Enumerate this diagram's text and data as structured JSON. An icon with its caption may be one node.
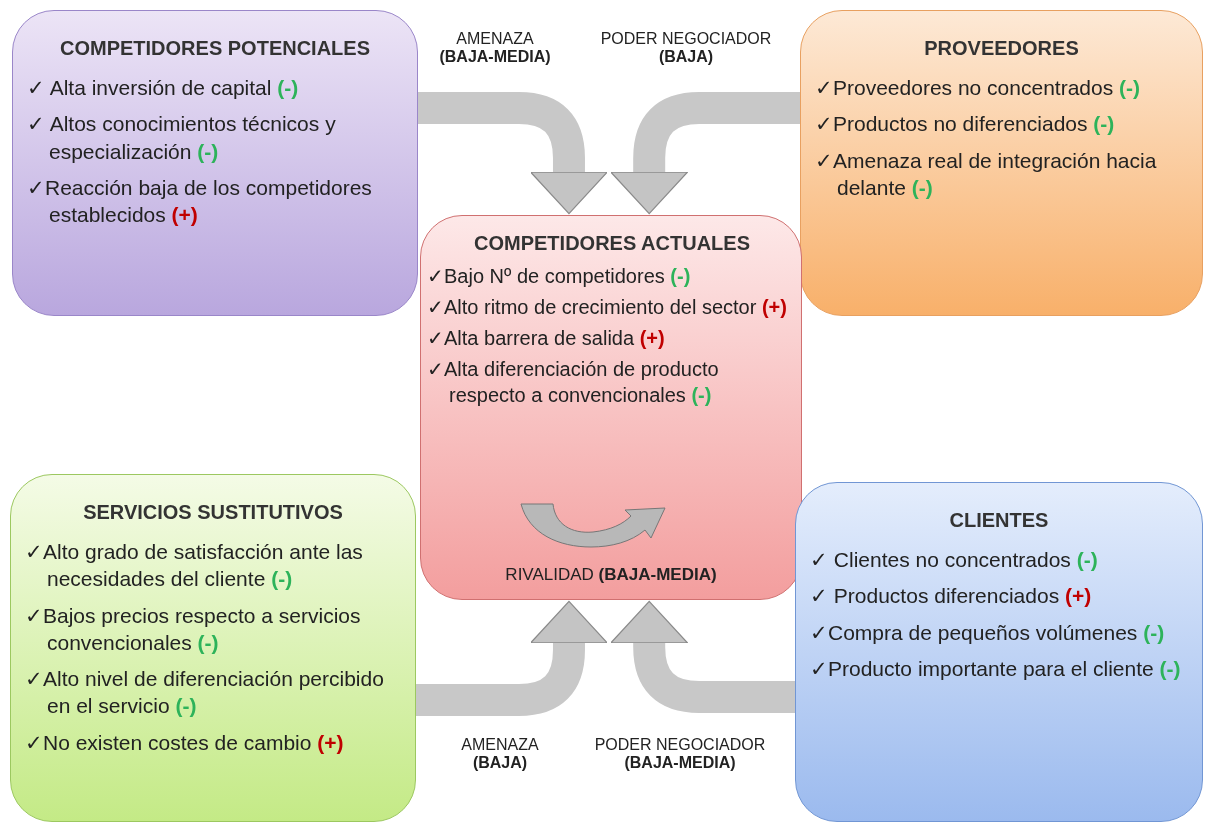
{
  "diagram": {
    "nodes": [
      {
        "text": [
          "COMPETIDORES POTENCIALES",
          "✓ Alta inversión de capital **(-)**",
          "✓ Altos conocimientos técnicos y especialización **(-)**",
          "✓Reacción baja de los competidores establecidos **(+)**"
        ]
      },
      {
        "text": [
          "PROVEEDORES",
          "✓Proveedores no concentrados **(-)**",
          "✓Productos no diferenciados **(-)**",
          "✓Amenaza real de integración hacia delante **(-)**"
        ]
      },
      {
        "text": [
          "COMPETIDORES ACTUALES",
          "✓Bajo Nº de competidores **(-)**",
          "✓Alto ritmo de crecimiento del sector **(+)**",
          "✓Alta barrera de salida **(+)**",
          "✓Alta diferenciación de producto respecto a convencionales **(-)**",
          "RIVALIDAD **(BAJA-MEDIA)**"
        ]
      },
      {
        "text": [
          "SERVICIOS SUSTITUTIVOS",
          "✓Alto grado de satisfacción ante las necesidades del cliente **(-)**",
          "✓Bajos precios respecto a servicios convencionales **(-)**",
          "✓Alto nivel de diferenciación percibido en el servicio **(-)**",
          "✓No existen costes de cambio **(+)**"
        ]
      },
      {
        "text": [
          "CLIENTES",
          "✓ Clientes no concentrados **(-)**",
          "✓ Productos diferenciados **(+)**",
          "✓Compra de pequeños volúmenes **(-)**",
          "✓Producto importante para el cliente **(-)**"
        ]
      }
    ],
    "edges": [
      {
        "from": 0,
        "to": 2,
        "arrow": "to",
        "label": "AMENAZA **(BAJA-MEDIA)**"
      },
      {
        "from": 1,
        "to": 2,
        "arrow": "to",
        "label": "PODER NEGOCIADOR **(BAJA)**"
      },
      {
        "from": 3,
        "to": 2,
        "arrow": "to",
        "label": "AMENAZA **(BAJA)**"
      },
      {
        "from": 4,
        "to": 2,
        "arrow": "to",
        "label": "PODER NEGOCIADOR **(BAJA-MEDIA)**"
      }
    ]
  }
}
